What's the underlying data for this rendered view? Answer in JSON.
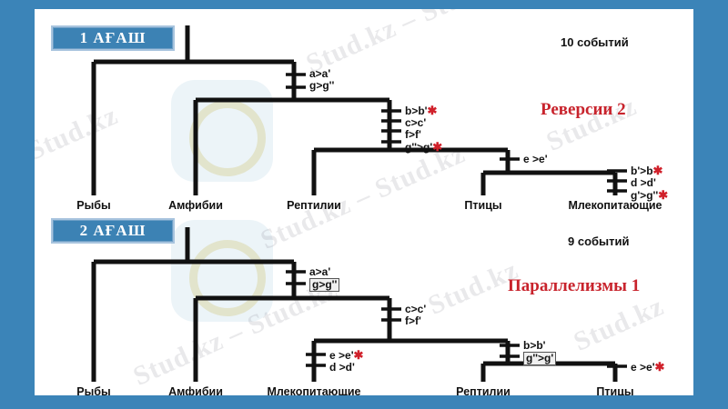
{
  "slide": {
    "frame_color": "#3b84b8",
    "background_color": "#ffffff",
    "accent_red": "#c8232c"
  },
  "watermarks": [
    "Stud.kz - Stud.kz",
    "Stud.kz - Stud.kz",
    "Stud.kz - Stud.kz",
    "Stud.kz - Stud.kz",
    "Stud.kz - Stud.kz",
    "Stud.kz - Stud.kz"
  ],
  "tree1": {
    "badge": "1 АҒАШ",
    "events": "10 событий",
    "heading": "Реверсии 2",
    "taxa": [
      "Рыбы",
      "Амфибии",
      "Рептилии",
      "Птицы",
      "Млекопитающие"
    ],
    "mutations": [
      {
        "id": "m1",
        "lines": [
          "a>a'",
          "g>g''"
        ],
        "starred": [
          false,
          false
        ],
        "boxed": false
      },
      {
        "id": "m2",
        "lines": [
          "b>b'",
          "c>c'",
          "f>f'",
          "g''>g'"
        ],
        "starred": [
          true,
          false,
          false,
          true
        ],
        "boxed": false
      },
      {
        "id": "m3",
        "lines": [
          "e >e'"
        ],
        "starred": [
          false
        ],
        "boxed": false
      },
      {
        "id": "m4",
        "lines": [
          "b'>b",
          "d >d'",
          "g'>g''"
        ],
        "starred": [
          true,
          false,
          true
        ],
        "boxed": false
      }
    ]
  },
  "tree2": {
    "badge": "2 АҒАШ",
    "events": "9 событий",
    "heading": "Параллелизмы 1",
    "taxa": [
      "Рыбы",
      "Амфибии",
      "Млекопитающие",
      "Рептилии",
      "Птицы"
    ],
    "mutations": [
      {
        "id": "n1",
        "lines": [
          "a>a'"
        ],
        "starred": [
          false
        ],
        "boxed": false
      },
      {
        "id": "n2",
        "lines": [
          "g>g''"
        ],
        "starred": [
          false
        ],
        "boxed": true
      },
      {
        "id": "n3",
        "lines": [
          "c>c'",
          "f>f'"
        ],
        "starred": [
          false,
          false
        ],
        "boxed": false
      },
      {
        "id": "n4",
        "lines": [
          "e >e'",
          "d >d'"
        ],
        "starred": [
          true,
          false
        ],
        "boxed": false
      },
      {
        "id": "n5",
        "lines": [
          "b>b'"
        ],
        "starred": [
          false
        ],
        "boxed": false
      },
      {
        "id": "n6",
        "lines": [
          "g''>g'"
        ],
        "starred": [
          false
        ],
        "boxed": true
      },
      {
        "id": "n7",
        "lines": [
          "e >e'"
        ],
        "starred": [
          true
        ],
        "boxed": false
      }
    ]
  }
}
